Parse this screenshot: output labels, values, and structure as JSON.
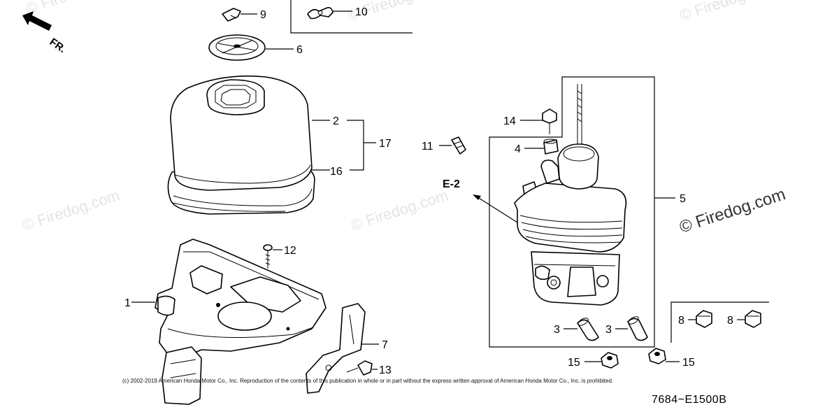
{
  "watermarks": [
    "© Firedog.com",
    "© Firedog.com",
    "© Firedog.com",
    "© Firedog.com",
    "© Firedog.com",
    "© Firedog.com"
  ],
  "direction_label": "FR.",
  "reference_label": "E-2",
  "part_labels": {
    "p1": "1",
    "p2": "2",
    "p3a": "3",
    "p3b": "3",
    "p4": "4",
    "p5": "5",
    "p6": "6",
    "p7": "7",
    "p8a": "8",
    "p8b": "8",
    "p9": "9",
    "p10": "10",
    "p11": "11",
    "p12": "12",
    "p13": "13",
    "p14": "14",
    "p15a": "15",
    "p15b": "15",
    "p16": "16",
    "p17": "17"
  },
  "copyright": "(c) 2002-2019 American Honda Motor Co., Inc. Reproduction of the contents of this publication in whole or in part without the express written approval of American Honda Motor Co., Inc. is prohibited.",
  "diagram_code": "7684−E1500B",
  "colors": {
    "line": "#000000",
    "watermark": "#e4e4e4",
    "background": "#ffffff"
  }
}
